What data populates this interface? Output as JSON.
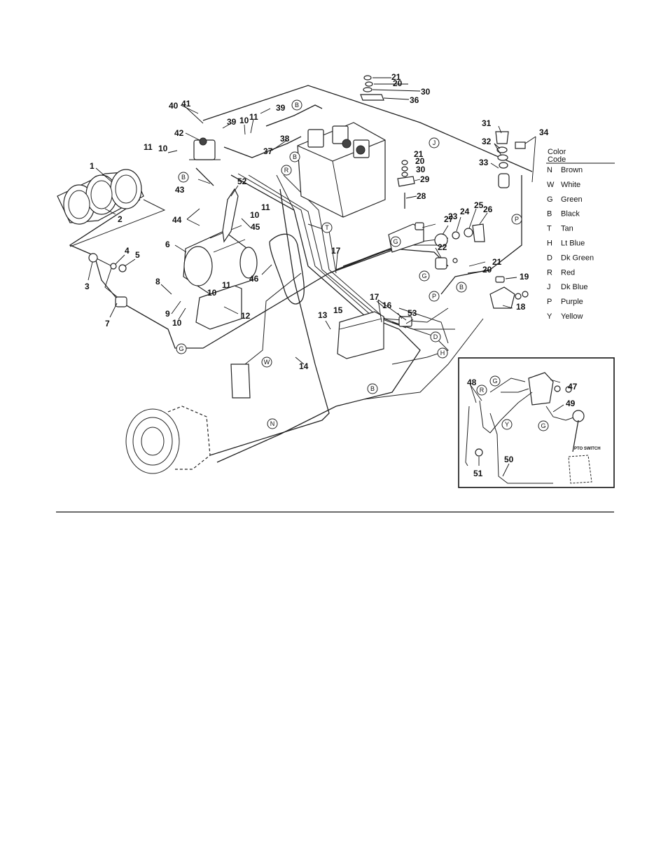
{
  "callouts": {
    "n1": "1",
    "n2": "2",
    "n3": "3",
    "n4": "4",
    "n5": "5",
    "n6": "6",
    "n7": "7",
    "n8": "8",
    "n9": "9",
    "n10": "10",
    "n11": "11",
    "n12": "12",
    "n13": "13",
    "n14": "14",
    "n15": "15",
    "n16": "16",
    "n17": "17",
    "n18": "18",
    "n19": "19",
    "n20": "20",
    "n21": "21",
    "n22": "22",
    "n23": "23",
    "n24": "24",
    "n25": "25",
    "n26": "26",
    "n27": "27",
    "n28": "28",
    "n29": "29",
    "n30": "30",
    "n31": "31",
    "n32": "32",
    "n33": "33",
    "n34": "34",
    "n36": "36",
    "n37": "37",
    "n38": "38",
    "n39": "39",
    "n40": "40",
    "n41": "41",
    "n42": "42",
    "n43": "43",
    "n44": "44",
    "n45": "45",
    "n46": "46",
    "n47": "47",
    "n48": "48",
    "n49": "49",
    "n50": "50",
    "n51": "51",
    "n52": "52",
    "n53": "53"
  },
  "wire_tags": {
    "brown": "N",
    "white": "W",
    "green": "G",
    "black": "B",
    "tan": "T",
    "lt_blue": "H",
    "dk_green": "D",
    "red": "R",
    "dk_blue": "J",
    "purple": "P",
    "yellow": "Y"
  },
  "color_code": {
    "title_line1": "Color",
    "title_line2": "Code",
    "entries": [
      {
        "letter": "N",
        "name": "Brown"
      },
      {
        "letter": "W",
        "name": "White"
      },
      {
        "letter": "G",
        "name": "Green"
      },
      {
        "letter": "B",
        "name": "Black"
      },
      {
        "letter": "T",
        "name": "Tan"
      },
      {
        "letter": "H",
        "name": "Lt Blue"
      },
      {
        "letter": "D",
        "name": "Dk Green"
      },
      {
        "letter": "R",
        "name": "Red"
      },
      {
        "letter": "J",
        "name": "Dk Blue"
      },
      {
        "letter": "P",
        "name": "Purple"
      },
      {
        "letter": "Y",
        "name": "Yellow"
      }
    ]
  },
  "inset": {
    "pto_switch_label": "PTO SWITCH"
  }
}
